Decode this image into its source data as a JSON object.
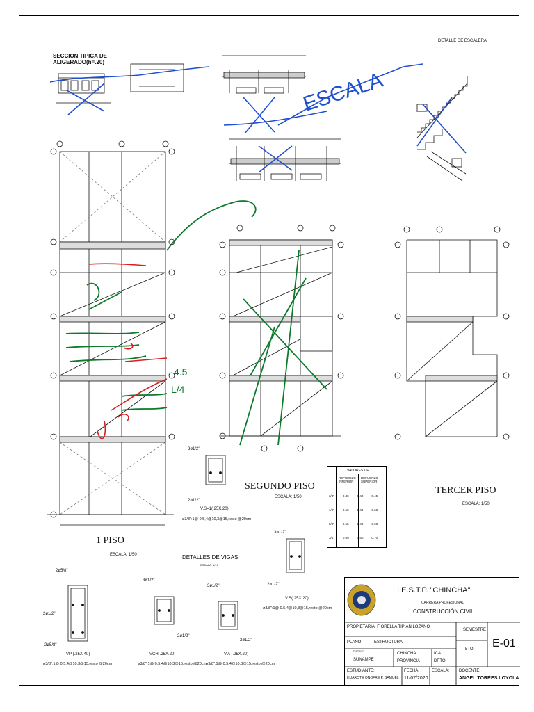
{
  "titles": {
    "seccion_tipica": "SECCION TIPICA DE ALIGERADO(h=.20)",
    "detalle_escalera": "DETALLE DE ESCALERA",
    "primer_piso": "1 PISO",
    "primer_escala": "ESCALA: 1/50",
    "segundo_piso": "SEGUNDO PISO",
    "segundo_escala": "ESCALA: 1/50",
    "tercer_piso": "TERCER PISO",
    "tercer_escala": "ESCALA: 1/50",
    "detalles_vigas": "DETALLES DE VIGAS",
    "detalles_vigas_escala": "ESCALA: 1/10"
  },
  "handwriting": {
    "escala": "ESCALA",
    "x_mark": "X",
    "num_a": "4.5",
    "num_b": "L/4"
  },
  "beams": {
    "vs_label": "V.S=1(.25X.20)",
    "vs_rebar": "ø3/8\":1@ 0.5,4@10,3@15,resto @20cm",
    "vs2_label": "V.S(.25X.20)",
    "vs2_rebar": "ø3/8\":1@ 0.5,4@10,3@15,resto @20cm",
    "vp_label": "VP (.25X.40)",
    "vp_rebar": "ø3/8\":1@ 0.5,4@10,3@15,resto @20cm",
    "vch_label": "VCH(.25X.20)",
    "vch_rebar": "ø3/8\":1@ 0.5,4@10,3@15,resto @20cm",
    "va_label": "V.A (.25X.20)",
    "va_rebar": "ø3/8\":1@ 0.5,4@10,3@15,resto @20cm",
    "bar_12": "3ø1/2\"",
    "bar_58": "2ø5/8\"",
    "bar_12b": "2ø1/2\""
  },
  "values_table": {
    "title": "VALORES DE",
    "col1": "REFUERZO INFERIOR",
    "col2": "REFUERZO SUPERIOR",
    "rows": [
      [
        "3/8\"",
        "0.40",
        "0.40",
        "0.45"
      ],
      [
        "1/2\"",
        "0.50",
        "0.40",
        "0.60"
      ],
      [
        "5/8\"",
        "0.55",
        "0.40",
        "0.60"
      ],
      [
        "3/4\"",
        "0.60",
        "0.50",
        "0.70"
      ]
    ]
  },
  "title_block": {
    "institution": "I.E.S.T.P. \"CHINCHA\"",
    "carrera_label": "CARRERA PROFESIONAL",
    "carrera": "CONSTRUCCIÓN CIVIL",
    "propietaria": "PROPIETARIA: FIORELLA TIPIAN LOZANO",
    "plano_label": "PLANO:",
    "plano": "ESTRUCTURA",
    "distrito_label": "DISTRITO",
    "distrito": "SUNAMPE",
    "provincia_val": "CHINCHA",
    "provincia_label": "PROVINCIA",
    "dpto_val": "ICA",
    "dpto_label": "DPTO",
    "semestre_label": "SEMESTRE",
    "semestre": "5TO",
    "sheet": "E-01",
    "estudiante_label": "ESTUDIANTE:",
    "estudiante": "HUAROTE ONOFRE P. SAMUEL",
    "fecha_label": "FECHA:",
    "fecha": "11/07/2020",
    "escala_label": "ESCALA:",
    "docente_label": "DOCENTE:",
    "docente": "ANGEL TORRES LOYOLA"
  },
  "colors": {
    "ink": "#111111",
    "handwriting_blue": "#1f4fd1",
    "handwriting_green": "#0b7a2a",
    "handwriting_red": "#d81e1e"
  }
}
